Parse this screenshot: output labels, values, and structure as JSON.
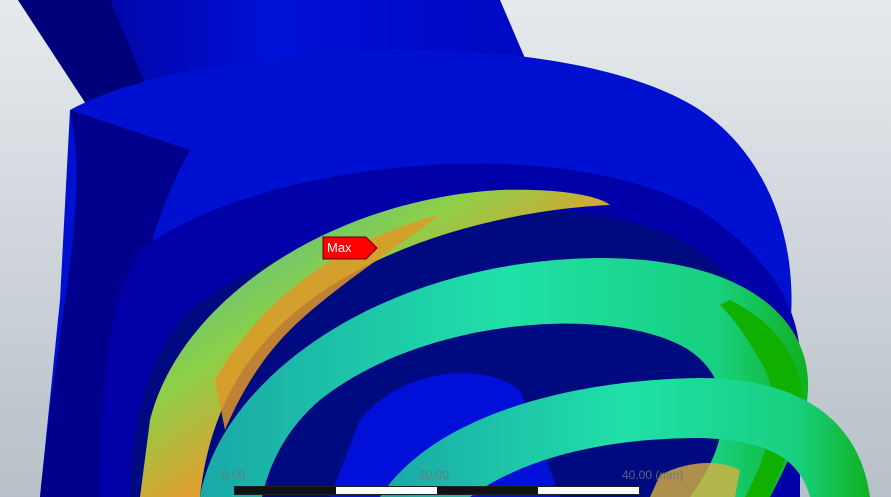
{
  "viewport": {
    "background_top": "#e4e8eb",
    "background_bottom": "#b9c2c9"
  },
  "probe": {
    "label": "Max",
    "color": "#ff0000"
  },
  "scale_bar": {
    "labels": [
      "0.00",
      "20.00",
      "40.00 (mm)"
    ]
  },
  "contour_colors": [
    "#0000ff",
    "#00baff",
    "#00ffb9",
    "#00ff00",
    "#b9ff00",
    "#ffbd00",
    "#ff0000"
  ]
}
